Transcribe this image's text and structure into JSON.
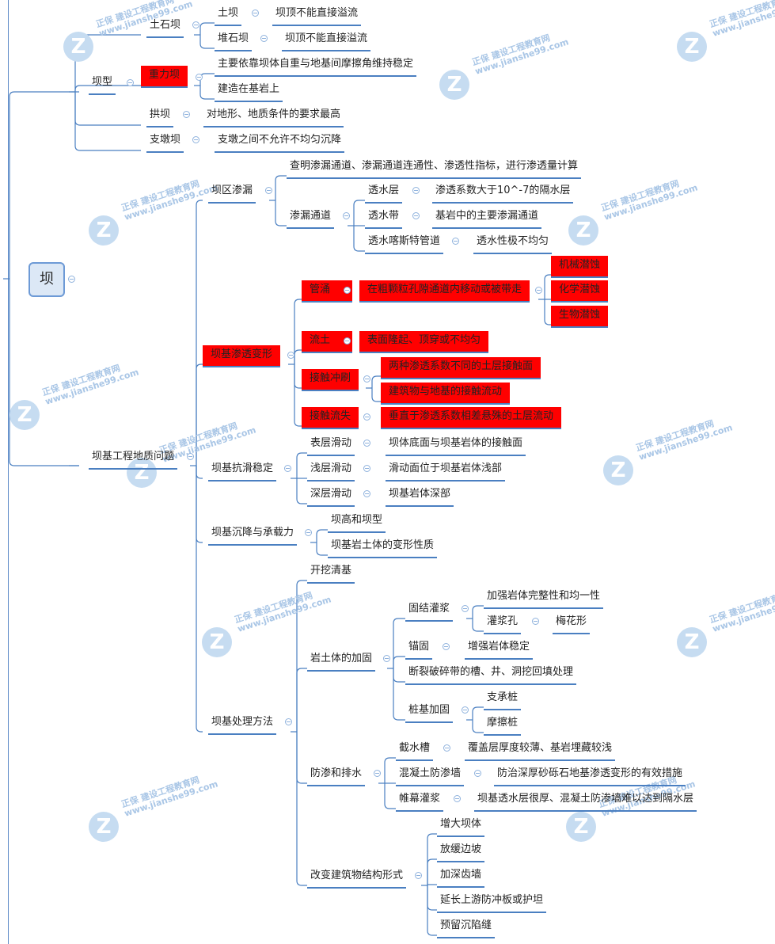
{
  "mindmap": {
    "root": "坝",
    "types": {
      "label": "坝型",
      "earth_rock": {
        "label": "土石坝",
        "earth": {
          "label": "土坝",
          "note": "坝顶不能直接溢流"
        },
        "rockfill": {
          "label": "堆石坝",
          "note": "坝顶不能直接溢流"
        }
      },
      "gravity": {
        "label": "重力坝",
        "notes": [
          "主要依靠坝体自重与地基间摩擦角维持稳定",
          "建造在基岩上"
        ]
      },
      "arch": {
        "label": "拱坝",
        "note": "对地形、地质条件的要求最高"
      },
      "buttress": {
        "label": "支墩坝",
        "note": "支墩之间不允许不均匀沉降"
      }
    },
    "geology": {
      "label": "坝基工程地质问题",
      "leakage": {
        "label": "坝区渗漏",
        "survey": "查明渗漏通道、渗漏通道连通性、渗透性指标，进行渗透量计算",
        "channels": {
          "label": "渗漏通道",
          "permeable_layer": {
            "label": "透水层",
            "note": "渗透系数大于10^-7的隔水层"
          },
          "permeable_zone": {
            "label": "透水带",
            "note": "基岩中的主要渗漏通道"
          },
          "karst": {
            "label": "透水喀斯特管道",
            "note": "透水性极不均匀"
          }
        }
      },
      "seepage": {
        "label": "坝基渗透变形",
        "piping": {
          "label": "管涌",
          "note": "在粗颗粒孔隙通道内移动或被带走",
          "erosion": [
            "机械潜蚀",
            "化学潜蚀",
            "生物潜蚀"
          ]
        },
        "flowing_soil": {
          "label": "流土",
          "note": "表面隆起、顶穿或不均匀"
        },
        "contact_scour": {
          "label": "接触冲刷",
          "notes": [
            "两种渗透系数不同的土层接触面",
            "建筑物与地基的接触流动"
          ]
        },
        "contact_loss": {
          "label": "接触流失",
          "note": "垂直于渗透系数相差悬殊的土层流动"
        }
      },
      "sliding": {
        "label": "坝基抗滑稳定",
        "surface": {
          "label": "表层滑动",
          "note": "坝体底面与坝基岩体的接触面"
        },
        "shallow": {
          "label": "浅层滑动",
          "note": "滑动面位于坝基岩体浅部"
        },
        "deep": {
          "label": "深层滑动",
          "note": "坝基岩体深部"
        }
      },
      "settlement": {
        "label": "坝基沉降与承载力",
        "items": [
          "坝高和坝型",
          "坝基岩土体的变形性质"
        ]
      },
      "treatment": {
        "label": "坝基处理方法",
        "excavation": "开挖清基",
        "reinforce": {
          "label": "岩土体的加固",
          "grouting": {
            "label": "固结灌浆",
            "integrity": "加强岩体完整性和均一性",
            "holes": {
              "label": "灌浆孔",
              "note": "梅花形"
            }
          },
          "anchor": {
            "label": "锚固",
            "note": "增强岩体稳定"
          },
          "fracture": "断裂破碎带的槽、井、洞挖回填处理",
          "pile": {
            "label": "桩基加固",
            "items": [
              "支承桩",
              "摩擦桩"
            ]
          }
        },
        "seepage_control": {
          "label": "防渗和排水",
          "trench": {
            "label": "截水槽",
            "note": "覆盖层厚度较薄、基岩埋藏较浅"
          },
          "wall": {
            "label": "混凝土防渗墙",
            "note": "防治深厚砂砾石地基渗透变形的有效措施"
          },
          "curtain": {
            "label": "帷幕灌浆",
            "note": "坝基透水层很厚、混凝土防渗墙难以达到隔水层"
          }
        },
        "structure": {
          "label": "改变建筑物结构形式",
          "items": [
            "增大坝体",
            "放缓边坡",
            "加深齿墙",
            "延长上游防冲板或护坦",
            "预留沉陷缝"
          ]
        }
      }
    }
  },
  "watermark": {
    "mark": "Z",
    "brand": "正保 建设工程教育网",
    "url": "www.jianshe99.com"
  },
  "colors": {
    "line": "#4a7fc1",
    "highlight": "#ff0000",
    "root_fill": "#dce8f6"
  }
}
